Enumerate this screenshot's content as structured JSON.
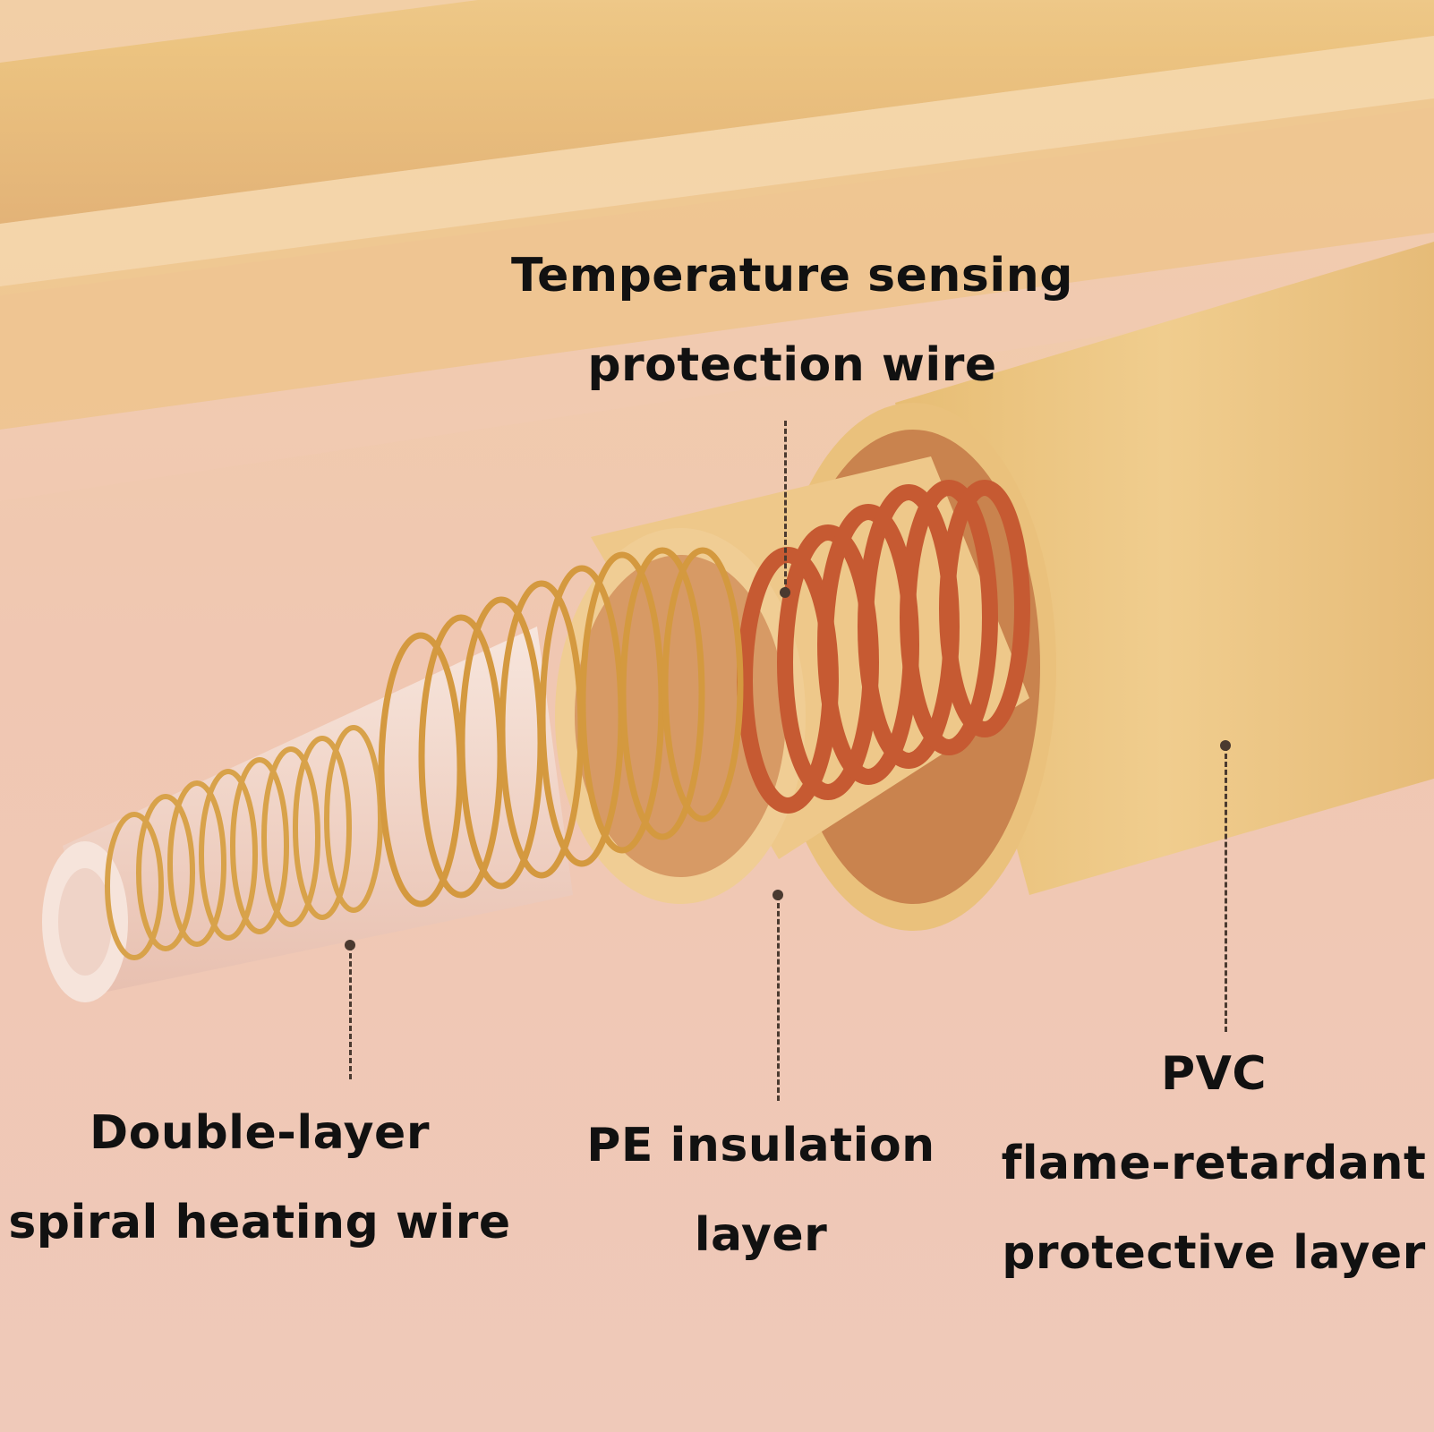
{
  "colors": {
    "background": "#efcfb8",
    "pvc_jacket": "#ecc784",
    "pe_layer": "#eec88a",
    "inner_coil": "#c65a32",
    "outer_coil": "#d8a24a",
    "core": "#f4dcd2",
    "label_text": "#111111",
    "leader_line": "#4a3a30"
  },
  "labels": {
    "temperature_sensing": {
      "line1": "Temperature sensing",
      "line2": "protection wire"
    },
    "double_layer": {
      "line1": "Double-layer",
      "line2": "spiral heating wire"
    },
    "pe_insulation": {
      "line1": "PE insulation",
      "line2": "layer"
    },
    "pvc": {
      "line1": "PVC",
      "line2": "flame-retardant",
      "line3": "protective layer"
    }
  }
}
